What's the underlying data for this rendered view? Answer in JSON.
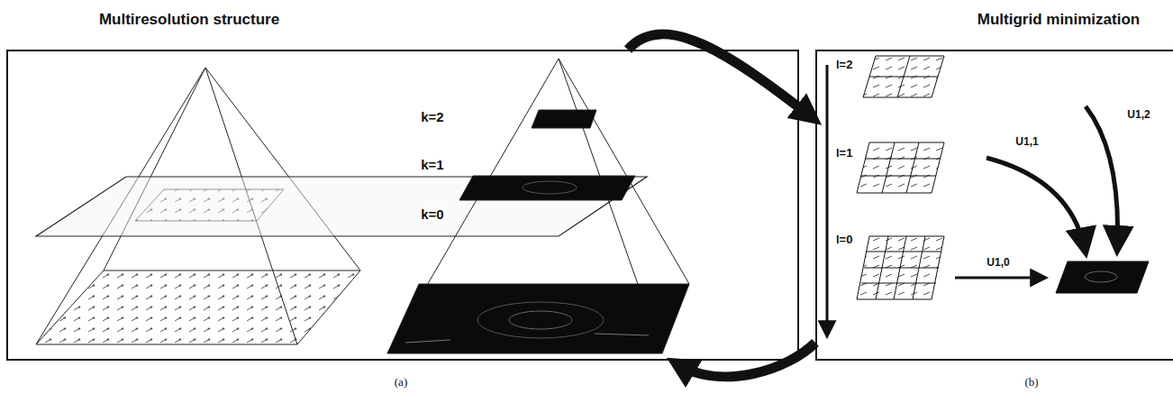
{
  "diagram": {
    "nodes": [
      {
        "text": [
          "Multiresolution structure"
        ]
      },
      {
        "text": [
          "Multigrid minimization"
        ]
      }
    ],
    "edges": [
      {
        "from": 0,
        "to": 1,
        "arrow": "to"
      },
      {
        "from": 1,
        "to": 0,
        "arrow": "to"
      }
    ],
    "labels": [
      "k=2",
      "k=1",
      "k=0",
      "l=2",
      "l=1",
      "l=0",
      "U1,2",
      "U1,1",
      "U1,0",
      "(a)",
      "(b)"
    ]
  }
}
